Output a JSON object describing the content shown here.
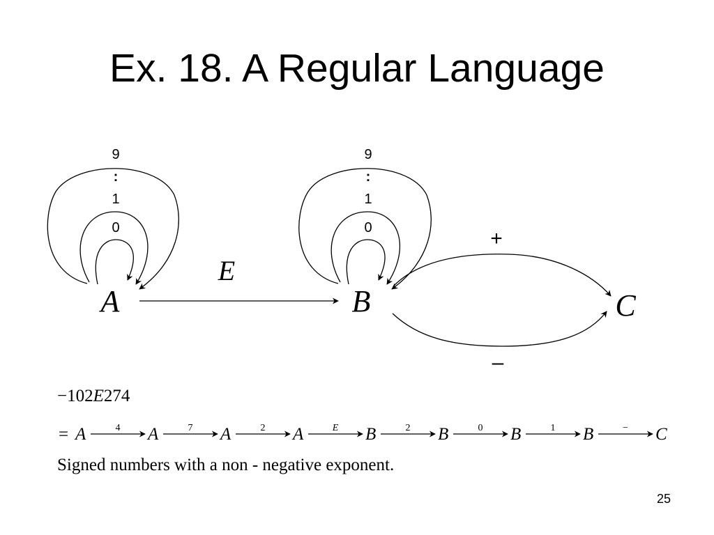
{
  "slide": {
    "title": "Ex. 18.  A Regular Language",
    "page_number": "25"
  },
  "diagram": {
    "states": [
      "A",
      "B",
      "C"
    ],
    "loop_labels_A": [
      "9",
      ":",
      "1",
      "0"
    ],
    "loop_labels_B": [
      "9",
      ":",
      "1",
      "0"
    ],
    "edge_A_B": "E",
    "edge_B_C_top": "+",
    "edge_B_C_bottom": "–"
  },
  "example": {
    "prefix": "−102",
    "exp_letter": "E",
    "suffix": "274",
    "eq": "=",
    "path": [
      {
        "state": "A",
        "label": "4"
      },
      {
        "state": "A",
        "label": "7"
      },
      {
        "state": "A",
        "label": "2"
      },
      {
        "state": "A",
        "label": "E"
      },
      {
        "state": "B",
        "label": "2"
      },
      {
        "state": "B",
        "label": "0"
      },
      {
        "state": "B",
        "label": "1"
      },
      {
        "state": "B",
        "label": "−"
      }
    ],
    "final_state": "C"
  },
  "description": "Signed numbers with a non - negative exponent."
}
